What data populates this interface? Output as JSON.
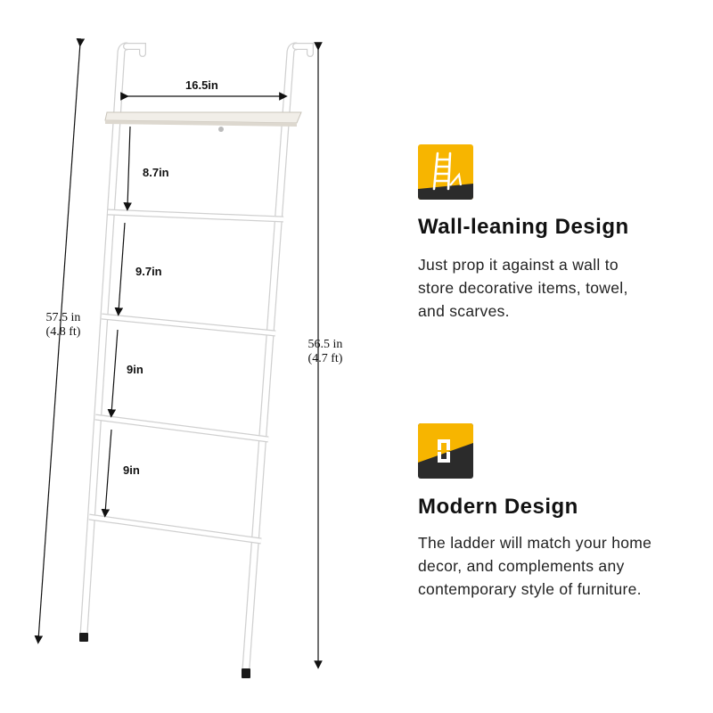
{
  "dimensions": {
    "shelf_width": "16.5in",
    "gap_1": "8.7in",
    "gap_2": "9.7in",
    "gap_3": "9in",
    "gap_4": "9in",
    "total_height_line1": "57.5 in",
    "total_height_line2": "(4.8 ft)",
    "inner_height_line1": "56.5 in",
    "inner_height_line2": "(4.7 ft)"
  },
  "features": [
    {
      "icon": "ladder-icon",
      "title": "Wall-leaning Design",
      "lines": [
        "Just prop it against a wall to",
        "store decorative items, towel,",
        "and scarves."
      ]
    },
    {
      "icon": "modern-design-icon",
      "title": "Modern Design",
      "lines": [
        "The ladder will match your home",
        "decor, and complements any",
        "contemporary style of furniture."
      ]
    }
  ],
  "colors": {
    "accent_yellow": "#F7B500",
    "icon_dark": "#2B2B2B",
    "ladder_white": "#FFFFFF",
    "ladder_edge": "#D6D6D6",
    "shelf": "#F1EEE8"
  }
}
